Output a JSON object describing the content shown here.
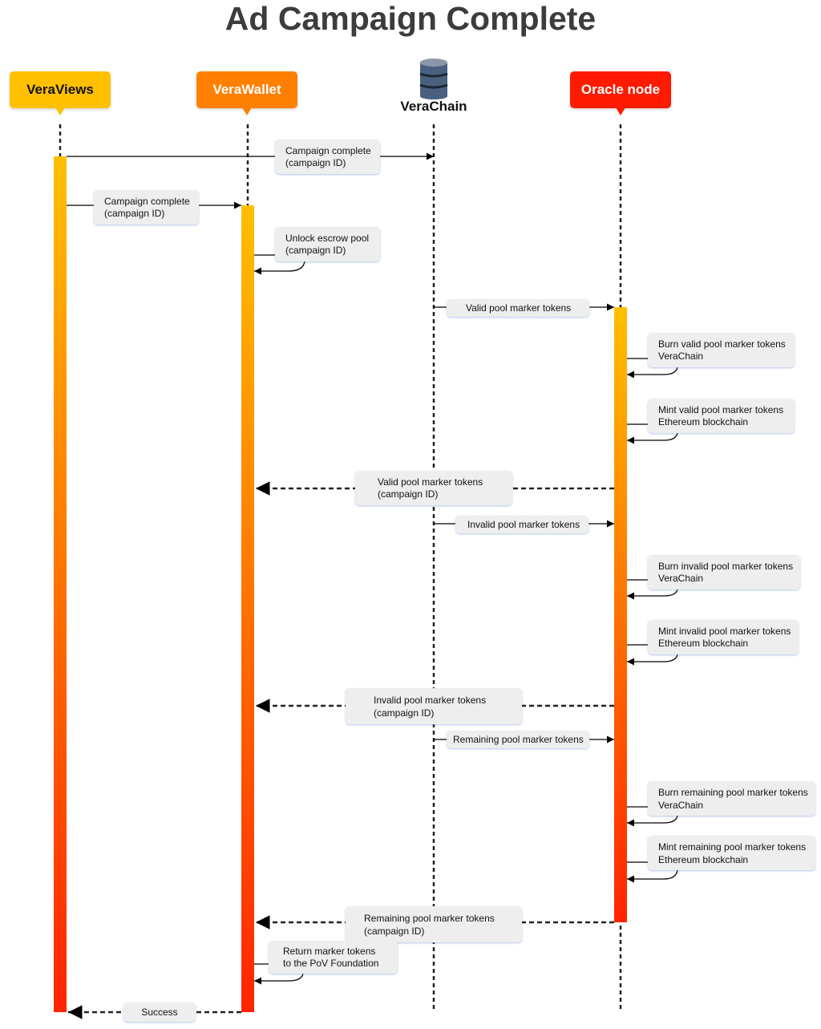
{
  "title": "Ad Campaign Complete",
  "actors": {
    "veraviews": "VeraViews",
    "verawallet": "VeraWallet",
    "verachain": "VeraChain",
    "oracle": "Oracle node"
  },
  "colors": {
    "veraviews": "#ffc000",
    "verawallet": "#ff7f00",
    "oracle": "#ff1a00",
    "activation_top": "#ffbf00",
    "activation_bottom": "#ff2400"
  },
  "messages": [
    "Campaign complete\n(campaign ID)",
    "Campaign complete\n(campaign ID)",
    "Unlock escrow pool\n(campaign ID)",
    "Valid pool marker tokens",
    "Burn valid pool marker tokens\nVeraChain",
    "Mint valid pool marker tokens\nEthereum blockchain",
    "Valid pool marker tokens\n(campaign ID)",
    "Invalid pool marker tokens",
    "Burn invalid pool marker tokens\nVeraChain",
    "Mint invalid pool marker tokens\nEthereum blockchain",
    "Invalid pool marker tokens\n(campaign ID)",
    "Remaining pool marker tokens",
    "Burn remaining pool marker tokens\nVeraChain",
    "Mint remaining pool marker tokens\nEthereum blockchain",
    "Remaining pool marker tokens\n(campaign ID)",
    "Return marker tokens\nto the PoV Foundation",
    "Success"
  ]
}
